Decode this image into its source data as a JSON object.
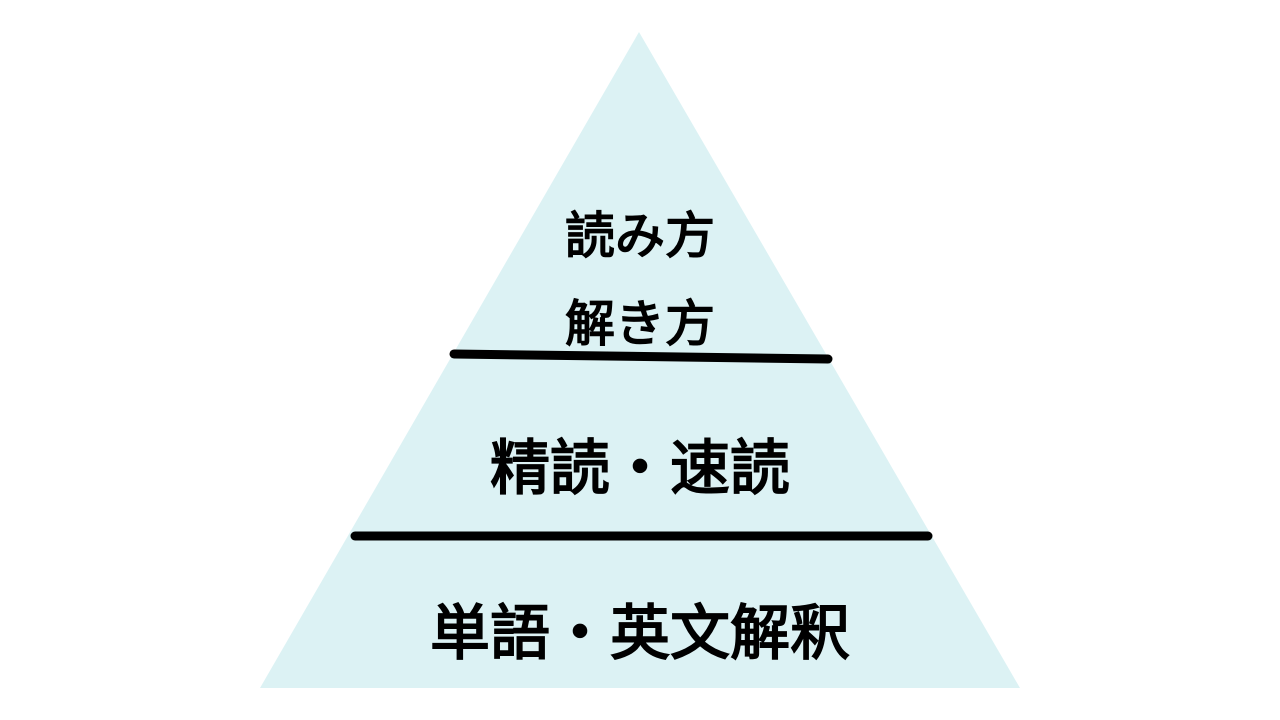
{
  "colors": {
    "fill": "#dcf2f4",
    "line": "#000000"
  },
  "levels": {
    "top": {
      "line1": "読み方",
      "line2": "解き方"
    },
    "middle": "精読・速読",
    "bottom": "単語・英文解釈"
  }
}
